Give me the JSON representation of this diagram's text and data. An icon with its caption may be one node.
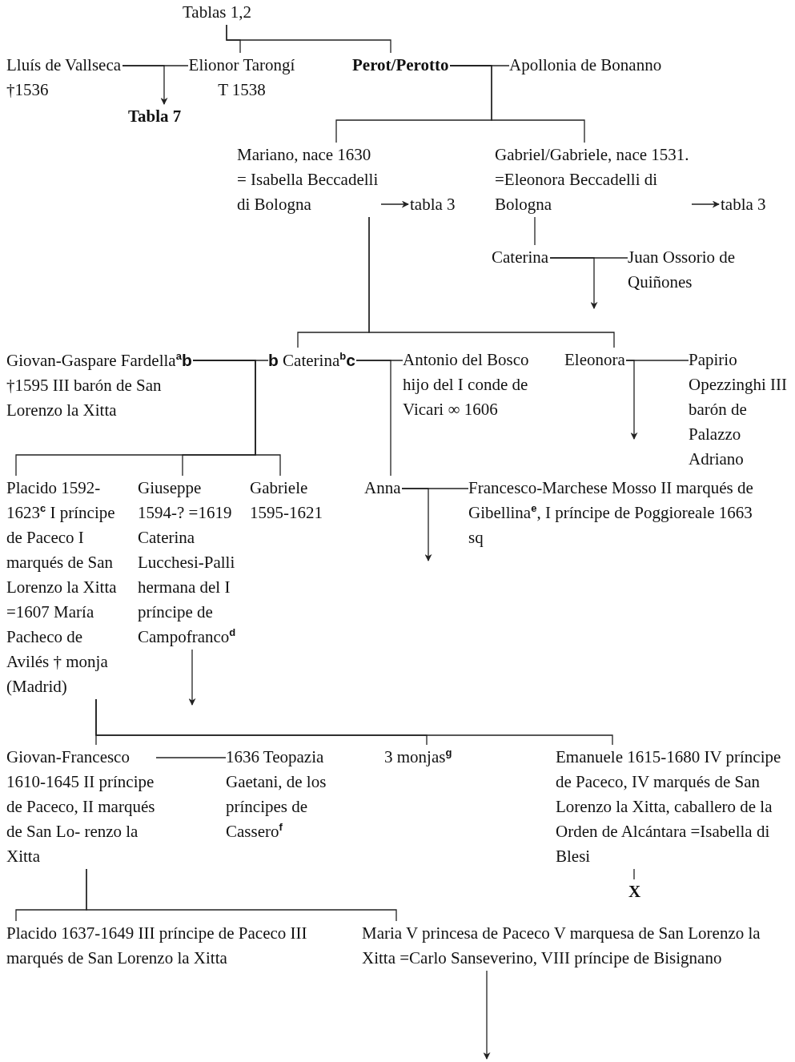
{
  "diagram": {
    "nodes": [
      {
        "text": [
          "Tablas 1,2"
        ]
      },
      {
        "text": [
          "Lluís de Vallseca †1536"
        ]
      },
      {
        "text": [
          "Elionor Tarongí T 1538"
        ]
      },
      {
        "text": [
          "Tabla 7"
        ]
      },
      {
        "text": [
          "Perot/Perotto"
        ]
      },
      {
        "text": [
          "Apollonia de Bonanno"
        ]
      },
      {
        "text": [
          "Mariano, nace 1630 = Isabella Beccadelli di Bologna"
        ]
      },
      {
        "text": [
          "tabla 3"
        ]
      },
      {
        "text": [
          "Gabriel/Gabriele, nace 1531. =Eleonora Beccadelli di Bologna"
        ]
      },
      {
        "text": [
          "tabla 3"
        ]
      },
      {
        "text": [
          "Caterina"
        ]
      },
      {
        "text": [
          "Juan Ossorio de Quiñones"
        ]
      },
      {
        "text": [
          "Giovan-Gaspare Fardella$^{a}$**b** †1595 III barón de San Lorenzo la Xitta"
        ]
      },
      {
        "text": [
          "**b** Caterina$^{b}$**c**"
        ]
      },
      {
        "text": [
          "Antonio del Bosco hijo del I conde de Vicari ∞ 1606"
        ]
      },
      {
        "text": [
          "Eleonora"
        ]
      },
      {
        "text": [
          "Papirio Opezzinghi III barón de Palazzo Adriano"
        ]
      },
      {
        "text": [
          "Placido 1592-1623$^{c}$ I príncipe de Paceco I marqués de San Lorenzo la Xitta =1607 María Pacheco de Avilés † monja (Madrid)"
        ]
      },
      {
        "text": [
          "Giuseppe 1594-? =1619 Caterina Lucchesi-Palli hermana del I príncipe de Campofranco$^{d}$"
        ]
      },
      {
        "text": [
          "Gabriele 1595-1621"
        ]
      },
      {
        "text": [
          "Anna"
        ]
      },
      {
        "text": [
          "Francesco-Marchese Mosso II marqués de Gibellina$^{e}$, I príncipe de Poggioreale 1663 sq"
        ]
      },
      {
        "text": [
          "Giovan-Francesco 1610-1645 II príncipe de Paceco, II marqués de San Lo- renzo la Xitta"
        ]
      },
      {
        "text": [
          "1636 Teopazia Gaetani, de los príncipes de Cassero$^{f}$"
        ]
      },
      {
        "text": [
          "3 monjas$^{g}$"
        ]
      },
      {
        "text": [
          "Emanuele 1615-1680 IV príncipe de Paceco, IV marqués de San Lorenzo la Xitta, caballero de la Orden de Alcántara =Isabella di Blesi"
        ]
      },
      {
        "text": [
          "Placido 1637-1649 III príncipe de Paceco III marqués de San Lorenzo la Xitta"
        ]
      },
      {
        "text": [
          "Maria V princesa de Paceco V marquesa de San Lorenzo la Xitta =Carlo Sanseverino, VIII príncipe de Bisignano"
        ]
      },
      {
        "text": [
          "X"
        ]
      }
    ],
    "edges": [
      {
        "from": 0,
        "to": 2,
        "arrow": "none"
      },
      {
        "from": 0,
        "to": 4,
        "arrow": "none"
      },
      {
        "from": 1,
        "to": 2,
        "arrow": "none"
      },
      {
        "from": 1,
        "to": 3,
        "arrow": "to"
      },
      {
        "from": 4,
        "to": 5,
        "arrow": "none"
      },
      {
        "from": 4,
        "to": 6,
        "arrow": "none"
      },
      {
        "from": 4,
        "to": 8,
        "arrow": "none"
      },
      {
        "from": 6,
        "to": 7,
        "arrow": "to"
      },
      {
        "from": 8,
        "to": 9,
        "arrow": "to"
      },
      {
        "from": 8,
        "to": 10,
        "arrow": "none"
      },
      {
        "from": 10,
        "to": 11,
        "arrow": "none"
      },
      {
        "from": 10,
        "to": null,
        "arrow": "to"
      },
      {
        "from": 6,
        "to": 13,
        "arrow": "none"
      },
      {
        "from": 6,
        "to": 15,
        "arrow": "none"
      },
      {
        "from": 12,
        "to": 13,
        "arrow": "none"
      },
      {
        "from": 13,
        "to": 14,
        "arrow": "none"
      },
      {
        "from": 15,
        "to": 16,
        "arrow": "none"
      },
      {
        "from": 15,
        "to": null,
        "arrow": "to"
      },
      {
        "from": 12,
        "to": 17,
        "arrow": "none"
      },
      {
        "from": 12,
        "to": 18,
        "arrow": "none"
      },
      {
        "from": 12,
        "to": 19,
        "arrow": "none"
      },
      {
        "from": 13,
        "to": 20,
        "arrow": "none"
      },
      {
        "from": 20,
        "to": 21,
        "arrow": "none"
      },
      {
        "from": 20,
        "to": null,
        "arrow": "to"
      },
      {
        "from": 18,
        "to": null,
        "arrow": "to"
      },
      {
        "from": 17,
        "to": 22,
        "arrow": "none"
      },
      {
        "from": 17,
        "to": 24,
        "arrow": "none"
      },
      {
        "from": 17,
        "to": 25,
        "arrow": "none"
      },
      {
        "from": 22,
        "to": 23,
        "arrow": "none"
      },
      {
        "from": 22,
        "to": 26,
        "arrow": "none"
      },
      {
        "from": 22,
        "to": 27,
        "arrow": "none"
      },
      {
        "from": 25,
        "to": 28,
        "arrow": "none"
      },
      {
        "from": 27,
        "to": null,
        "arrow": "to"
      }
    ]
  }
}
